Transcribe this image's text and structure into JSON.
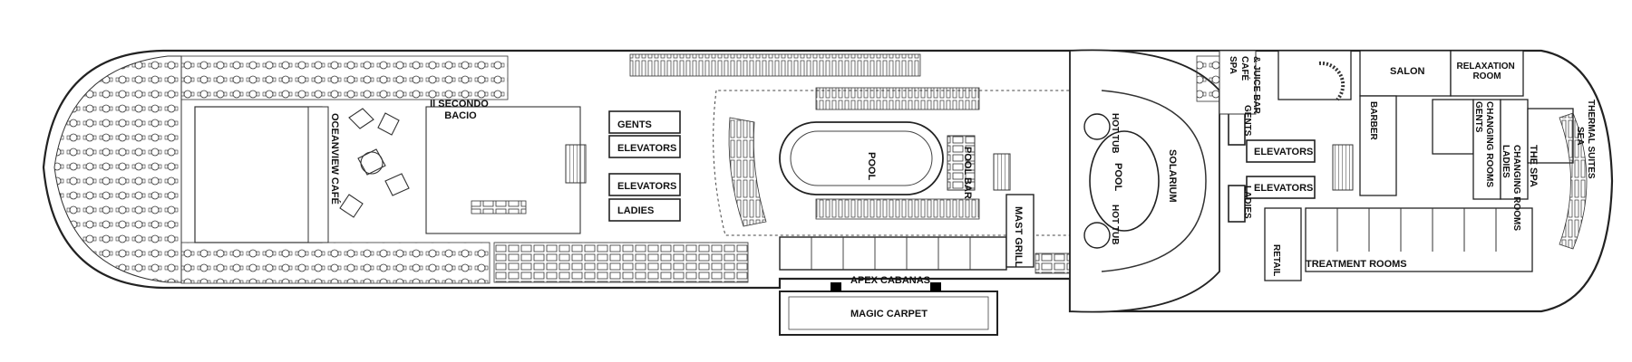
{
  "deck_plan": {
    "labels": {
      "oceanview_cafe": "OCEANVIEW CAFÉ",
      "il_secondo_bacio_1": "Il SECONDO",
      "il_secondo_bacio_2": "BACIO",
      "gents_fwd": "GENTS",
      "elevators_fwd_1": "ELEVATORS",
      "elevators_fwd_2": "ELEVATORS",
      "ladies_fwd": "LADIES",
      "pool_main": "POOL",
      "pool_bar": "POOL BAR",
      "mast_grill": "MAST GRILL",
      "apex_cabanas": "APEX CABANAS",
      "magic_carpet": "MAGIC CARPET",
      "hot_tub_1": "HOT TUB",
      "hot_tub_2": "HOT TUB",
      "pool_solarium": "POOL",
      "solarium": "SOLARIUM",
      "spa_cafe_1": "SPA",
      "spa_cafe_2": "CAFÉ",
      "spa_cafe_3": "& JUICE BAR",
      "gents_aft": "GENTS",
      "elevators_aft_1": "ELEVATORS",
      "elevators_aft_2": "ELEVATORS",
      "ladies_aft": "LADIES",
      "retail": "RETAIL",
      "salon": "SALON",
      "relaxation_room_1": "RELAXATION",
      "relaxation_room_2": "ROOM",
      "barber": "BARBER",
      "gents_changing_1": "GENTS",
      "gents_changing_2": "CHANGING ROOMS",
      "ladies_changing_1": "LADIES",
      "ladies_changing_2": "CHANGING ROOMS",
      "the_spa": "THE SPA",
      "sea_thermal_1": "SEA",
      "sea_thermal_2": "THERMAL SUITES",
      "treatment_rooms": "TREATMENT ROOMS"
    }
  },
  "colors": {
    "line": "#222222",
    "fill": "#ffffff",
    "accent": "#000000"
  }
}
